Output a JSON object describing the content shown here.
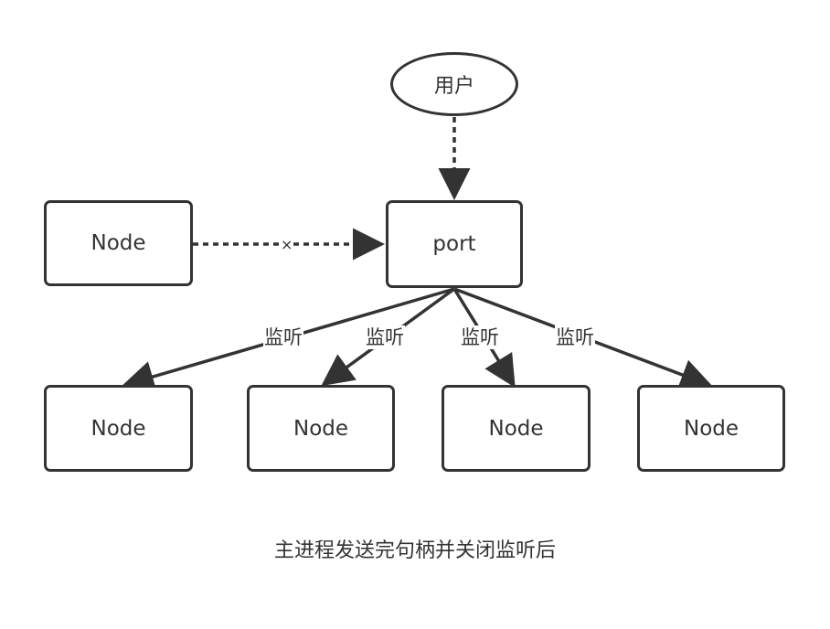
{
  "user": {
    "label": "用户"
  },
  "port": {
    "label": "port"
  },
  "source_node": {
    "label": "Node"
  },
  "blocked_marker": "×",
  "listen_label": "监听",
  "children": [
    {
      "label": "Node"
    },
    {
      "label": "Node"
    },
    {
      "label": "Node"
    },
    {
      "label": "Node"
    }
  ],
  "caption": "主进程发送完句柄并关闭监听后",
  "colors": {
    "stroke": "#333333",
    "background": "#ffffff"
  }
}
